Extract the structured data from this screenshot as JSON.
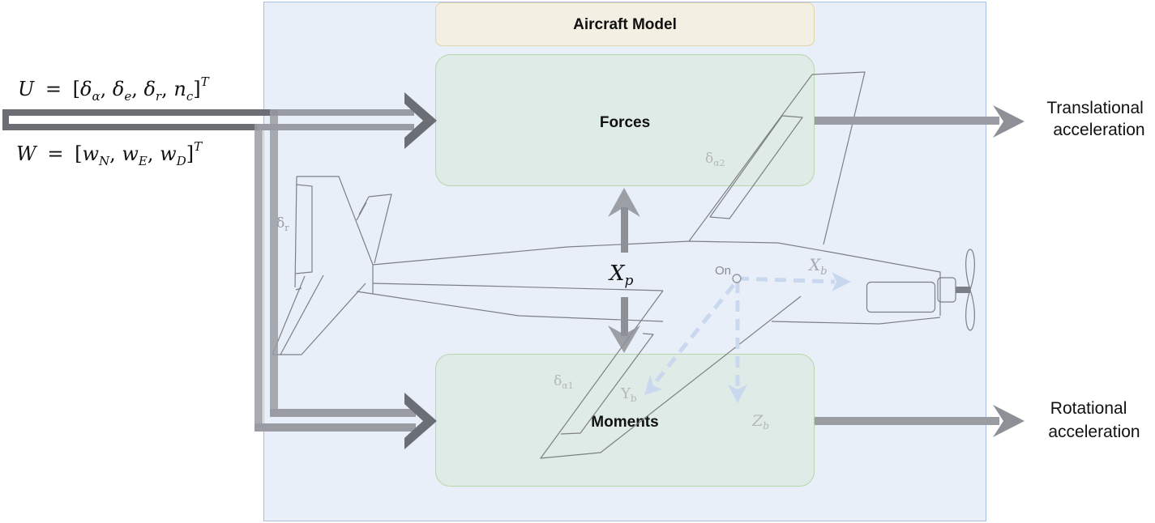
{
  "diagram": {
    "container_label": "Aircraft Model",
    "blocks": {
      "forces": "Forces",
      "moments": "Moments"
    },
    "inputs": {
      "control_vector": {
        "lhs": "U",
        "eq": "=",
        "body": "[δα, δe, δr, nc]",
        "sup": "T",
        "parts": [
          {
            "b": "δ",
            "s": "α"
          },
          {
            "b": "δ",
            "s": "e"
          },
          {
            "b": "δ",
            "s": "r"
          },
          {
            "b": "n",
            "s": "c"
          }
        ]
      },
      "wind_vector": {
        "lhs": "W",
        "eq": "=",
        "body": "[wN, wE, wD]",
        "sup": "T",
        "parts": [
          {
            "b": "w",
            "s": "N"
          },
          {
            "b": "w",
            "s": "E"
          },
          {
            "b": "w",
            "s": "D"
          }
        ]
      }
    },
    "outputs": {
      "translational": [
        "Translational",
        "acceleration"
      ],
      "rotational": [
        "Rotational",
        "acceleration"
      ]
    },
    "labels": {
      "xp": {
        "base": "X",
        "sub": "p"
      },
      "xb": {
        "base": "X",
        "sub": "b"
      },
      "yb": {
        "base": "Y",
        "sub": "b"
      },
      "zb": {
        "base": "Z",
        "sub": "b"
      },
      "origin": "On",
      "rudder": {
        "base": "δ",
        "sub": "r"
      },
      "aileron1": {
        "base": "δ",
        "sub": "α1"
      },
      "aileron2": {
        "base": "δ",
        "sub": "α2"
      }
    },
    "colors": {
      "container_fill": "#e8eff9",
      "container_stroke": "#a9bfdf",
      "title_fill": "#f3efe2",
      "title_stroke": "#e2d5a8",
      "block_fill": "#dfebe6",
      "block_stroke": "#b7d6a9",
      "arrow_gray": "#6b6e74",
      "arrow_light": "#9a9ca3",
      "axis_blue": "#c9d8ee",
      "outline": "#7d7f86"
    }
  }
}
